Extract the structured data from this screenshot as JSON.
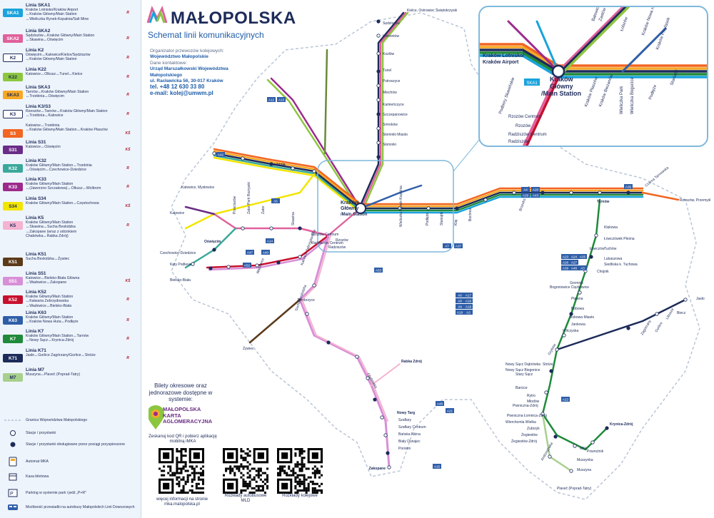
{
  "header": {
    "brand": "MAŁOPOLSKA",
    "subtitle": "Schemat linii komunikacyjnych",
    "organizer_label": "Organizator przewozów kolejowych:",
    "organizer": "Województwo Małopolskie",
    "contact_label": "Dane kontaktowe:",
    "office_line1": "Urząd Marszałkowski Województwa",
    "office_line2": "Małopolskiego",
    "address": "ul. Racławicka 56, 30-017 Kraków",
    "phone": "tel. +48 12 630 33 80",
    "email": "e-mail: kolej@umwm.pl"
  },
  "legend": {
    "lines": [
      {
        "badge": "SKA1",
        "color": "#1aa3dc",
        "text_color": "#ffffff",
        "name": "Linia SKA1",
        "route": [
          "Kraków Lotnisko/Kraków Airport",
          "↔Kraków Główny/Main Station",
          "↔Wieliczka Rynek-Kopalnia/Salt Mine"
        ],
        "carrier": "R"
      },
      {
        "badge": "SKA2",
        "color": "#e0609c",
        "text_color": "#ffffff",
        "name": "Linia SKA2",
        "route": [
          "Sędziszów↔Kraków Główny/Main Station",
          "↔Skawina↔Oświęcim"
        ],
        "carrier": "R"
      },
      {
        "badge": "K2",
        "color": "#ffffff",
        "text_color": "#1d2b5a",
        "name": "Linia K2",
        "route": [
          "Oświęcim↔Katowice/Kielce/Sędziszów",
          "↔Kraków Główny/Main Station"
        ],
        "carrier": "R"
      },
      {
        "badge": "K22",
        "color": "#8cc63f",
        "text_color": "#1d2b5a",
        "name": "Linia K22",
        "route": [
          "Katowice↔Olkusz↔Tunel↔Kielce"
        ],
        "carrier": "R"
      },
      {
        "badge": "SKA3",
        "color": "#f7a825",
        "text_color": "#1d2b5a",
        "name": "Linia SKA3",
        "route": [
          "Tarnów↔Kraków Główny/Main Station",
          "↔Trzebinia↔Oświęcim"
        ],
        "carrier": "R"
      },
      {
        "badge": "K3",
        "color": "#ffffff",
        "text_color": "#1d2b5a",
        "name": "Linia K3/S3",
        "route": [
          "Rzeszów↔Tarnów↔Kraków Główny/Main Station",
          "↔Trzebinia↔Katowice"
        ],
        "carrier": "R"
      },
      {
        "badge": "S3",
        "color": "#f26522",
        "text_color": "#ffffff",
        "name": "",
        "route": [
          "Katowice↔Trzebinia",
          "↔Kraków Główny/Main Station↔Kraków Płaszów"
        ],
        "carrier": "KŚ"
      },
      {
        "badge": "S31",
        "color": "#6a2c86",
        "text_color": "#ffffff",
        "name": "Linia S31",
        "route": [
          "Katowice↔Oświęcim"
        ],
        "carrier": "KŚ"
      },
      {
        "badge": "K32",
        "color": "#3aa89a",
        "text_color": "#ffffff",
        "name": "Linia K32",
        "route": [
          "Kraków Główny/Main Station↔Trzebinia",
          "↔Oświęcim↔Czechowice-Dziedzice"
        ],
        "carrier": "R"
      },
      {
        "badge": "K33",
        "color": "#9c2a8c",
        "text_color": "#ffffff",
        "name": "Linia K33",
        "route": [
          "Kraków Główny/Main Station",
          "↔(Jaworzno Szczakowa)↔Olkusz↔Wolbrom"
        ],
        "carrier": "R"
      },
      {
        "badge": "S34",
        "color": "#f2e500",
        "text_color": "#1d2b5a",
        "name": "Linia S34",
        "route": [
          "Kraków Główny/Main Station↔Częstochowa"
        ],
        "carrier": "KŚ"
      },
      {
        "badge": "K5",
        "color": "#f4b3d0",
        "text_color": "#1d2b5a",
        "name": "Linia K5",
        "route": [
          "Kraków Główny/Main Station",
          "↔Skawina↔Sucha Beskidzka",
          "↔Zakopane (wraz z odcinkiem",
          "Chabówka↔Rabka Zdrój)"
        ],
        "carrier": "R"
      },
      {
        "badge": "K51",
        "color": "#5b3a1a",
        "text_color": "#ffffff",
        "name": "Linia K51",
        "route": [
          "Sucha Beskidzka↔Żywiec"
        ],
        "carrier": ""
      },
      {
        "badge": "S51",
        "color": "#d88fd6",
        "text_color": "#ffffff",
        "name": "Linia S51",
        "route": [
          "Katowice↔Bielsko-Biała Główna",
          "↔Wadowice↔Zakopane"
        ],
        "carrier": "KŚ"
      },
      {
        "badge": "K52",
        "color": "#c8102e",
        "text_color": "#ffffff",
        "name": "Linia K52",
        "route": [
          "Kraków Główny/Main Station",
          "↔Kalwaria Zebrzydowska",
          "↔Wadowice↔Bielsko-Biała"
        ],
        "carrier": "R"
      },
      {
        "badge": "K63",
        "color": "#2f5ea8",
        "text_color": "#ffffff",
        "name": "Linia K63",
        "route": [
          "Kraków Główny/Main Station",
          "↔Kraków Nowa Huta↔Podłęże"
        ],
        "carrier": "R"
      },
      {
        "badge": "K7",
        "color": "#1f8a3a",
        "text_color": "#ffffff",
        "name": "Linia K7",
        "route": [
          "Kraków Główny/Main Station↔Tarnów",
          "↔Nowy Sącz↔Krynica-Zdrój"
        ],
        "carrier": "R"
      },
      {
        "badge": "K71",
        "color": "#1d2b5a",
        "text_color": "#ffffff",
        "name": "Linia K71",
        "route": [
          "Jasło↔Gorlice Zagórzany/Gorlice↔Stróże"
        ],
        "carrier": "R"
      },
      {
        "badge": "M7",
        "color": "#a8d08d",
        "text_color": "#1d2b5a",
        "name": "Linia M7",
        "route": [
          "Muszyna↔Plaveč (Poprad-Tatry)"
        ],
        "carrier": ""
      }
    ],
    "symbols": [
      {
        "icon": "border-dash",
        "text": "Granica Województwa Małopolskiego"
      },
      {
        "icon": "stop-circle",
        "text": "Stacje / przystanki"
      },
      {
        "icon": "stop-dot",
        "text": "Stacje / przystanki obsługiwane przez pociągi przyspieszone"
      },
      {
        "icon": "ticket-machine",
        "text": "Automat MKA"
      },
      {
        "icon": "ticket-office",
        "text": "Kasa biletowa"
      },
      {
        "icon": "park-ride",
        "text": "Parking w systemie park i jedź „P+R”"
      },
      {
        "icon": "bus-transfer",
        "text": "Możliwość przesiadki na autobusy Małopolskich Linii Dowozowych"
      }
    ]
  },
  "bottom": {
    "tickets_text": "Bilety okresowe oraz jednorazowe dostępne w systemie:",
    "karta_line1": "MAŁOPOLSKA",
    "karta_line2": "KARTA",
    "karta_line3": "AGLOMERACYJNA",
    "qr1_caption": "Zeskanuj kod QR i pobierz aplikację mobilną iMKA",
    "qr1_footer": "więcej informacji na stronie mka.malopolska.pl",
    "qr2_caption": "Rozkłady autobusowe MLD",
    "qr3_caption": "Rozkłady kolejowe"
  },
  "map": {
    "hub_label_1": "Kraków",
    "hub_label_2": "Główny",
    "hub_label_3": "/Main Station",
    "inset_hub_1": "Kraków",
    "inset_hub_2": "Główny",
    "inset_hub_3": "/Main Station",
    "inset_airport_1": "Kraków Lotnisko/",
    "inset_airport_2": "Kraków Airport",
    "stations": [
      {
        "name": "Kielce, Ostrowiec Świętokrzyski"
      },
      {
        "name": "Sędziszów"
      },
      {
        "name": "Klimontów"
      },
      {
        "name": "Kozłów"
      },
      {
        "name": "Tunel"
      },
      {
        "name": "Pstroszyce"
      },
      {
        "name": "Miechów"
      },
      {
        "name": "Kamieńczyce"
      },
      {
        "name": "Szczepanowice"
      },
      {
        "name": "Smroków"
      },
      {
        "name": "Słomniki Miasto"
      },
      {
        "name": "Słomniki"
      },
      {
        "name": "Rzeszów, Przemyśl"
      },
      {
        "name": "Czarna Tarnowska"
      },
      {
        "name": "Tarnów"
      },
      {
        "name": "Jasło"
      },
      {
        "name": "Krynica-Zdrój"
      },
      {
        "name": "Powroźnik"
      },
      {
        "name": "Muszynka"
      },
      {
        "name": "Muszyna"
      },
      {
        "name": "Plaveč (Poprad-Tatry)"
      },
      {
        "name": "Nowy Sącz Dąbrówka"
      },
      {
        "name": "Nowy Sącz Biegonice"
      },
      {
        "name": "Stary Sącz"
      },
      {
        "name": "Barcice"
      },
      {
        "name": "Rytro"
      },
      {
        "name": "Młodów"
      },
      {
        "name": "Piwniczna-Zdrój"
      },
      {
        "name": "Piwniczna Łomnica-Zdrój"
      },
      {
        "name": "Wierchomla Wielka"
      },
      {
        "name": "Zubrzyk"
      },
      {
        "name": "Żegiestów"
      },
      {
        "name": "Żegiestów-Zdrój"
      },
      {
        "name": "Andrzejówka"
      },
      {
        "name": "Milik"
      },
      {
        "name": "Klękowa"
      },
      {
        "name": "Łowczówek Pleśna"
      },
      {
        "name": "Łowczów"
      },
      {
        "name": "Tuchów"
      },
      {
        "name": "Lubaszowa"
      },
      {
        "name": "Siedliska k. Tuchowa"
      },
      {
        "name": "Chojnik"
      },
      {
        "name": "Gromnik"
      },
      {
        "name": "Bogoniowice Ciężkowice"
      },
      {
        "name": "Pławna"
      },
      {
        "name": "Bobowa"
      },
      {
        "name": "Bobowa Miasto"
      },
      {
        "name": "Jankowa"
      },
      {
        "name": "Wilczyska"
      },
      {
        "name": "Grybów"
      },
      {
        "name": "Stróże"
      },
      {
        "name": "Gorlice"
      },
      {
        "name": "Zagórzany"
      },
      {
        "name": "Biecz"
      },
      {
        "name": "Libusza"
      },
      {
        "name": "Rabka Zdrój"
      },
      {
        "name": "Nowy Targ"
      },
      {
        "name": "Szaflary"
      },
      {
        "name": "Szaflary Centrum"
      },
      {
        "name": "Bańska Niżna"
      },
      {
        "name": "Biały Dunajec"
      },
      {
        "name": "Poronin"
      },
      {
        "name": "Zakopane"
      },
      {
        "name": "Żywiec"
      },
      {
        "name": "Kęty Podlesie"
      },
      {
        "name": "Bielsko-Biała"
      },
      {
        "name": "Czechowice-Dziedzice"
      },
      {
        "name": "Oświęcim"
      },
      {
        "name": "Katowice, Mysłowice"
      },
      {
        "name": "Katowice"
      },
      {
        "name": "Trzebinia"
      },
      {
        "name": "Zator"
      },
      {
        "name": "Zator Park Rozrywki"
      },
      {
        "name": "Przeciszów"
      },
      {
        "name": "Skawina"
      },
      {
        "name": "Kalwaria Zebrzydowska"
      },
      {
        "name": "Wadowice"
      },
      {
        "name": "Sucha Beskidzka"
      },
      {
        "name": "Zembrzyce"
      },
      {
        "name": "Chabówka"
      },
      {
        "name": "Rzozów"
      },
      {
        "name": "Radziszów"
      },
      {
        "name": "Radziszów Centrum"
      },
      {
        "name": "Rzozów Centrum"
      },
      {
        "name": "Wieliczka Rynek-Kopalnia"
      },
      {
        "name": "Bochnia"
      },
      {
        "name": "Brzesko Okocim"
      },
      {
        "name": "Podłęże"
      },
      {
        "name": "Staniątki"
      },
      {
        "name": "Kłaj"
      }
    ],
    "inset_stations": [
      {
        "name": "Batowice"
      },
      {
        "name": "Zastów"
      },
      {
        "name": "Łobzów"
      },
      {
        "name": "Kraków Nowa Huta"
      },
      {
        "name": "Kraków Przylasek"
      },
      {
        "name": "Kraków Płaszów"
      },
      {
        "name": "Kraków Bieżanów"
      },
      {
        "name": "Podbory Skawińskie"
      },
      {
        "name": "Rzozów Centrum"
      },
      {
        "name": "Rzozów"
      },
      {
        "name": "Radziszów Centrum"
      },
      {
        "name": "Radziszów"
      },
      {
        "name": "Wieliczka Park"
      },
      {
        "name": "Wieliczka Bogucice"
      },
      {
        "name": "Podłęże"
      },
      {
        "name": "Staniątki"
      }
    ],
    "road_badges": [
      "A12",
      "A13",
      "A42",
      "A5",
      "A14",
      "A40",
      "A47",
      "A52",
      "A7",
      "A37",
      "A6",
      "A17",
      "A16",
      "A8",
      "A18",
      "A9",
      "A19",
      "A2",
      "A21",
      "A48",
      "A15",
      "A22",
      "A23",
      "A24",
      "A25",
      "A26",
      "A27",
      "A35",
      "A39",
      "A46",
      "A3",
      "A4",
      "A28",
      "A29",
      "A43",
      "A53"
    ],
    "colors": {
      "ska1": "#1aa3dc",
      "ska2": "#e0609c",
      "k2": "#ffffff",
      "k22": "#8cc63f",
      "ska3": "#f7a825",
      "s3": "#f26522",
      "s31": "#6a2c86",
      "k32": "#3aa89a",
      "k33": "#9c2a8c",
      "s34": "#f2e500",
      "k5": "#f4b3d0",
      "k51": "#5b3a1a",
      "s51": "#d88fd6",
      "k52": "#c8102e",
      "k63": "#2f5ea8",
      "k7": "#1f8a3a",
      "k71": "#1d2b5a",
      "m7": "#a8d08d",
      "border": "#b9c6d6",
      "inset": "#7fb8dc",
      "region_fill": "#ffffff",
      "river": "#dbe9f5"
    }
  }
}
